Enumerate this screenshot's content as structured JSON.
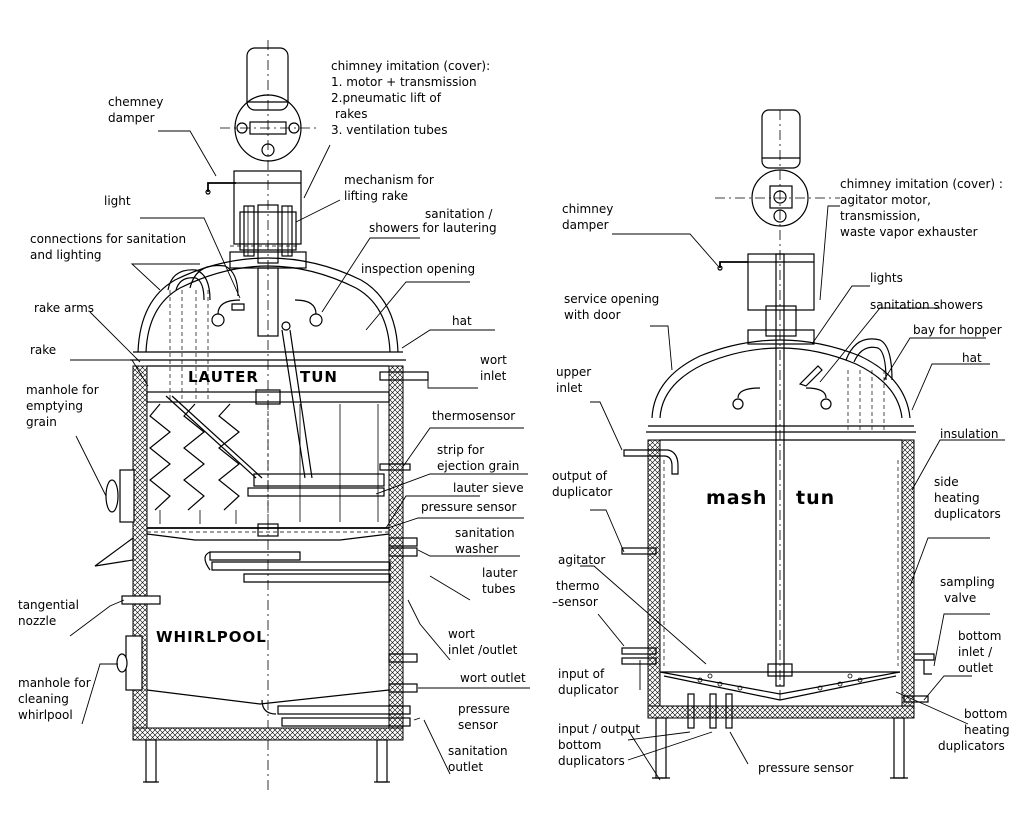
{
  "left_vessel": {
    "title_top_left": "LAUTER",
    "title_top_right": "TUN",
    "title_bottom": "WHIRLPOOL",
    "labels": {
      "chimney_cover_title": "chimney imitation (cover):",
      "chimney_cover_1": "1. motor + transmission",
      "chimney_cover_2": "2.pneumatic lift of",
      "chimney_cover_2b": "rakes",
      "chimney_cover_3": "3. ventilation tubes",
      "damper_1": "chemney",
      "damper_2": "damper",
      "lift_1": "mechanism for",
      "lift_2": "lifting rake",
      "light": "light",
      "sanit_showers_1": "sanitation /",
      "sanit_showers_2": "showers for lautering",
      "conn_1": "connections for sanitation",
      "conn_2": "and lighting",
      "inspection": "inspection opening",
      "rake_arms": "rake arms",
      "hat": "hat",
      "rake": "rake",
      "wort_inlet_1": "wort",
      "wort_inlet_2": "inlet",
      "manhole_empty_1": "manhole for",
      "manhole_empty_2": "emptying",
      "manhole_empty_3": "grain",
      "thermosensor": "thermosensor",
      "strip_1": "strip for",
      "strip_2": "ejection grain",
      "lauter_sieve": "lauter sieve",
      "pressure_sensor_top": "pressure sensor",
      "sanit_washer_1": "sanitation",
      "sanit_washer_2": "washer",
      "lauter_tubes_1": "lauter",
      "lauter_tubes_2": "tubes",
      "tangential_1": "tangential",
      "tangential_2": "nozzle",
      "wort_io_1": "wort",
      "wort_io_2": "inlet /outlet",
      "wort_outlet": "wort outlet",
      "manhole_clean_1": "manhole for",
      "manhole_clean_2": "cleaning",
      "manhole_clean_3": "whirlpool",
      "pressure_sensor_bottom_1": "pressure",
      "pressure_sensor_bottom_2": "sensor",
      "sanit_outlet_1": "sanitation",
      "sanit_outlet_2": "outlet"
    }
  },
  "right_vessel": {
    "title_left": "mash",
    "title_right": "tun",
    "labels": {
      "chimney_cover_title": "chimney imitation (cover) :",
      "chimney_cover_1": "agitator motor,",
      "chimney_cover_2": "transmission,",
      "chimney_cover_3": "waste vapor exhauster",
      "damper_1": "chimney",
      "damper_2": "damper",
      "lights": "lights",
      "sanit_showers": "sanitation showers",
      "service_1": "service opening",
      "service_2": "with door",
      "bay_hopper": "bay for hopper",
      "hat": "hat",
      "upper_inlet_1": "upper",
      "upper_inlet_2": "inlet",
      "insulation": "insulation",
      "output_dup_1": "output of",
      "output_dup_2": "duplicator",
      "side_heat_1": "side",
      "side_heat_2": "heating",
      "side_heat_3": "duplicators",
      "agitator": "agitator",
      "thermo_1": "thermo",
      "thermo_2": "–sensor",
      "sampling_1": "sampling",
      "sampling_2": "valve",
      "bottom_io_1": "bottom",
      "bottom_io_2": "inlet /",
      "bottom_io_3": "outlet",
      "input_dup_1": "input of",
      "input_dup_2": "duplicator",
      "bottom_heat_1": "bottom",
      "bottom_heat_2": "heating",
      "bottom_heat_3": "duplicators",
      "io_bottom_dup_1": "input / output",
      "io_bottom_dup_2": "bottom",
      "io_bottom_dup_3": "duplicators",
      "pressure_sensor": "pressure sensor"
    }
  }
}
